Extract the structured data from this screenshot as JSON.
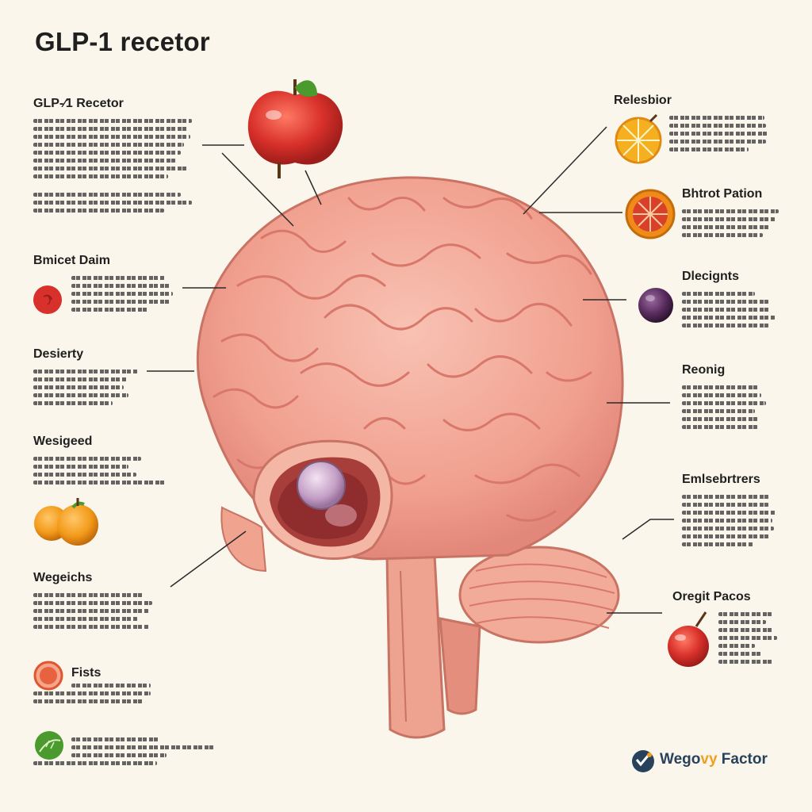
{
  "title": "GLP-1 recetor",
  "labels": {
    "glp1_recetor": "GLP-⁄1 Recetor",
    "bmicet_daim": "Bmicet Daim",
    "desierty": "Desierty",
    "wesigeed": "Wesigeed",
    "wegeichs": "Wegeichs",
    "fists": "Fists",
    "relesbior": "Relesbior",
    "bhtrot_pation": "Bhtrot Pation",
    "dlecignts": "Dlecignts",
    "reonig": "Reonig",
    "emlsebrtrers": "Emlsebrtrers",
    "oregit_pacos": "Oregit Pacos"
  },
  "brand": {
    "text_part1": "Wego",
    "text_part2": "vy",
    "text_part3": " Factor",
    "accent_color": "#f0a020",
    "text_color": "#27425a"
  },
  "colors": {
    "background": "#fbf6ec",
    "brain_base": "#f1a08f",
    "brain_fold": "#d9776a",
    "brain_highlight": "#f8c2b3",
    "apple_red": "#d8302a",
    "orange": "#f39a1a",
    "plum": "#5a2d5f",
    "leaf_green": "#4a9a2e"
  },
  "icons": [
    "apple-icon",
    "tomato-icon",
    "persimmon-icon",
    "grapefruit-slice-icon",
    "orange-slice-icon",
    "plum-icon",
    "cherry-icon",
    "leaf-icon",
    "brand-logo-icon"
  ]
}
